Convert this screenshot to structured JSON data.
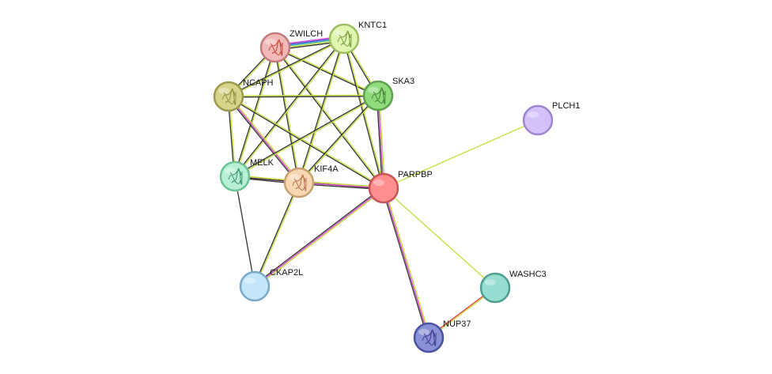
{
  "network": {
    "nodes": [
      {
        "id": "ZWILCH",
        "label": "ZWILCH",
        "fill": "#f2b9b9",
        "stroke": "#c27a7a",
        "has_structure": true,
        "glyph_color": "#c0392b"
      },
      {
        "id": "KNTC1",
        "label": "KNTC1",
        "fill": "#dff5b0",
        "stroke": "#9cbd62",
        "has_structure": true,
        "glyph_color": "#6e8f2c"
      },
      {
        "id": "NCAPH",
        "label": "NCAPH",
        "fill": "#d6d38a",
        "stroke": "#9d9a4e",
        "has_structure": true,
        "glyph_color": "#8d8a3e"
      },
      {
        "id": "SKA3",
        "label": "SKA3",
        "fill": "#90dc7c",
        "stroke": "#5fa14e",
        "has_structure": true,
        "glyph_color": "#3f7a30"
      },
      {
        "id": "PLCH1",
        "label": "PLCH1",
        "fill": "#d2c2f7",
        "stroke": "#9b86cf",
        "has_structure": false,
        "glyph_color": ""
      },
      {
        "id": "MELK",
        "label": "MELK",
        "fill": "#b7f0d3",
        "stroke": "#6cc297",
        "has_structure": true,
        "glyph_color": "#2f8a66"
      },
      {
        "id": "KIF4A",
        "label": "KIF4A",
        "fill": "#f7d6b2",
        "stroke": "#c9a070",
        "has_structure": true,
        "glyph_color": "#b06a4a"
      },
      {
        "id": "PARPBP",
        "label": "PARPBP",
        "fill": "#ff8e8e",
        "stroke": "#c75454",
        "has_structure": false,
        "glyph_color": ""
      },
      {
        "id": "CKAP2L",
        "label": "CKAP2L",
        "fill": "#c3e6fb",
        "stroke": "#7ba9c7",
        "has_structure": false,
        "glyph_color": ""
      },
      {
        "id": "WASHC3",
        "label": "WASHC3",
        "fill": "#98ddd1",
        "stroke": "#4e9f92",
        "has_structure": false,
        "glyph_color": ""
      },
      {
        "id": "NUP37",
        "label": "NUP37",
        "fill": "#8890d6",
        "stroke": "#4b52a0",
        "has_structure": true,
        "glyph_color": "#3a2f8a"
      }
    ],
    "edges": [
      {
        "source": "ZWILCH",
        "target": "KNTC1",
        "colors": [
          "#d044d0",
          "#3d3dd0",
          "#2bb5b5",
          "#c8dc3c",
          "#333333"
        ]
      },
      {
        "source": "ZWILCH",
        "target": "SKA3",
        "colors": [
          "#c8dc3c",
          "#333333"
        ]
      },
      {
        "source": "ZWILCH",
        "target": "NCAPH",
        "colors": [
          "#c8dc3c",
          "#333333"
        ]
      },
      {
        "source": "ZWILCH",
        "target": "MELK",
        "colors": [
          "#c8dc3c",
          "#333333"
        ]
      },
      {
        "source": "ZWILCH",
        "target": "KIF4A",
        "colors": [
          "#c8dc3c",
          "#333333"
        ]
      },
      {
        "source": "ZWILCH",
        "target": "PARPBP",
        "colors": [
          "#c8dc3c",
          "#333333"
        ]
      },
      {
        "source": "KNTC1",
        "target": "SKA3",
        "colors": [
          "#c8dc3c",
          "#333333"
        ]
      },
      {
        "source": "KNTC1",
        "target": "NCAPH",
        "colors": [
          "#c8dc3c",
          "#333333"
        ]
      },
      {
        "source": "KNTC1",
        "target": "MELK",
        "colors": [
          "#c8dc3c",
          "#333333"
        ]
      },
      {
        "source": "KNTC1",
        "target": "KIF4A",
        "colors": [
          "#c8dc3c",
          "#333333"
        ]
      },
      {
        "source": "KNTC1",
        "target": "PARPBP",
        "colors": [
          "#c8dc3c",
          "#333333"
        ]
      },
      {
        "source": "NCAPH",
        "target": "SKA3",
        "colors": [
          "#c8dc3c",
          "#333333"
        ]
      },
      {
        "source": "NCAPH",
        "target": "MELK",
        "colors": [
          "#c8dc3c",
          "#333333"
        ]
      },
      {
        "source": "NCAPH",
        "target": "KIF4A",
        "colors": [
          "#c8dc3c",
          "#d044d0",
          "#333333"
        ]
      },
      {
        "source": "NCAPH",
        "target": "PARPBP",
        "colors": [
          "#c8dc3c",
          "#333333"
        ]
      },
      {
        "source": "SKA3",
        "target": "MELK",
        "colors": [
          "#c8dc3c",
          "#333333"
        ]
      },
      {
        "source": "SKA3",
        "target": "KIF4A",
        "colors": [
          "#c8dc3c",
          "#333333"
        ]
      },
      {
        "source": "SKA3",
        "target": "PARPBP",
        "colors": [
          "#c8dc3c",
          "#d044d0",
          "#333333"
        ]
      },
      {
        "source": "MELK",
        "target": "KIF4A",
        "colors": [
          "#c8dc3c",
          "#d044d0",
          "#333333"
        ]
      },
      {
        "source": "MELK",
        "target": "PARPBP",
        "colors": [
          "#c8dc3c",
          "#333333"
        ]
      },
      {
        "source": "MELK",
        "target": "CKAP2L",
        "colors": [
          "#333333"
        ]
      },
      {
        "source": "KIF4A",
        "target": "PARPBP",
        "colors": [
          "#c8dc3c",
          "#d044d0",
          "#333333"
        ]
      },
      {
        "source": "KIF4A",
        "target": "CKAP2L",
        "colors": [
          "#c8dc3c",
          "#333333"
        ]
      },
      {
        "source": "PARPBP",
        "target": "PLCH1",
        "colors": [
          "#c8dc3c"
        ]
      },
      {
        "source": "PARPBP",
        "target": "CKAP2L",
        "colors": [
          "#c8dc3c",
          "#d044d0",
          "#333333"
        ]
      },
      {
        "source": "PARPBP",
        "target": "WASHC3",
        "colors": [
          "#c8dc3c"
        ]
      },
      {
        "source": "PARPBP",
        "target": "NUP37",
        "colors": [
          "#c8dc3c",
          "#d044d0",
          "#333333"
        ]
      },
      {
        "source": "WASHC3",
        "target": "NUP37",
        "colors": [
          "#c8dc3c",
          "#e03a3a"
        ]
      }
    ]
  }
}
